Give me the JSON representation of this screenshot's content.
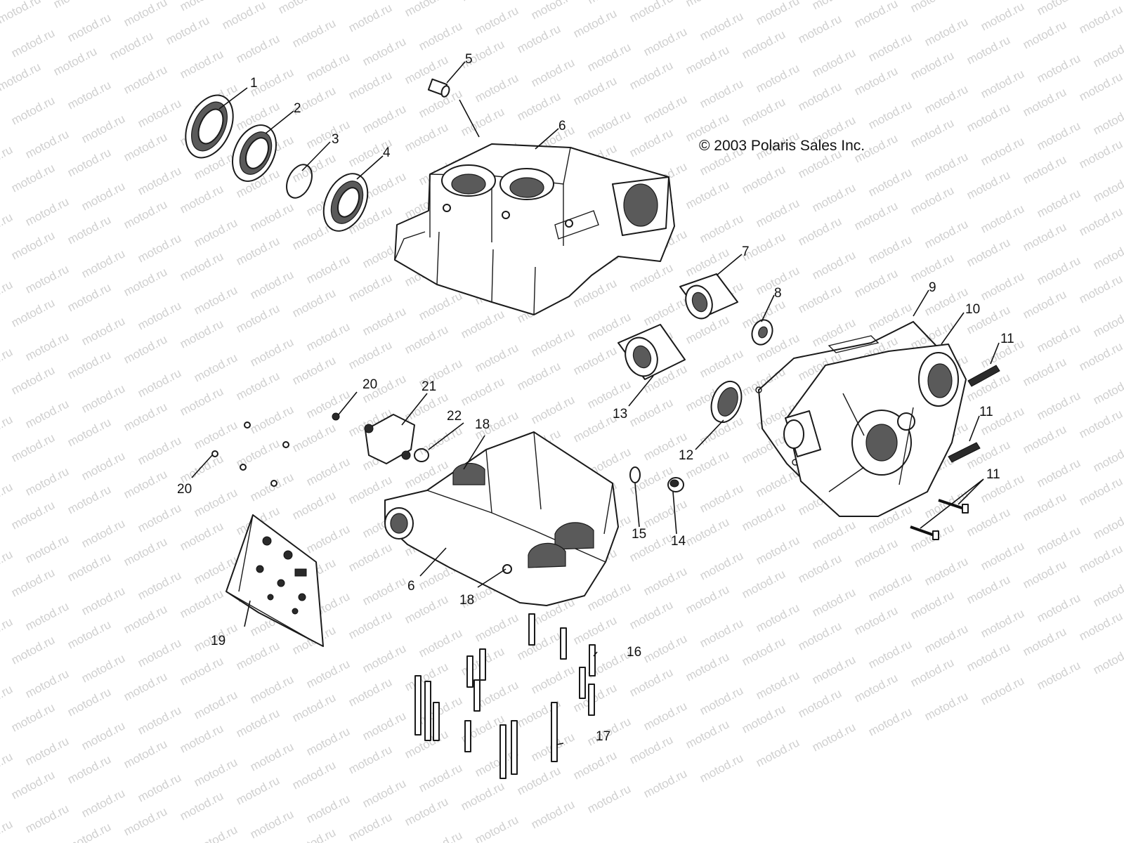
{
  "copyright": "© 2003 Polaris Sales Inc.",
  "watermark": "motod.ru",
  "callouts": [
    {
      "id": "c1",
      "label": "1"
    },
    {
      "id": "c2",
      "label": "2"
    },
    {
      "id": "c3",
      "label": "3"
    },
    {
      "id": "c4",
      "label": "4"
    },
    {
      "id": "c5",
      "label": "5"
    },
    {
      "id": "c6a",
      "label": "6"
    },
    {
      "id": "c6b",
      "label": "6"
    },
    {
      "id": "c7",
      "label": "7"
    },
    {
      "id": "c8",
      "label": "8"
    },
    {
      "id": "c9",
      "label": "9"
    },
    {
      "id": "c10",
      "label": "10"
    },
    {
      "id": "c11a",
      "label": "11"
    },
    {
      "id": "c11b",
      "label": "11"
    },
    {
      "id": "c11c",
      "label": "11"
    },
    {
      "id": "c12",
      "label": "12"
    },
    {
      "id": "c13",
      "label": "13"
    },
    {
      "id": "c14",
      "label": "14"
    },
    {
      "id": "c15",
      "label": "15"
    },
    {
      "id": "c16",
      "label": "16"
    },
    {
      "id": "c17",
      "label": "17"
    },
    {
      "id": "c18a",
      "label": "18"
    },
    {
      "id": "c18b",
      "label": "18"
    },
    {
      "id": "c19",
      "label": "19"
    },
    {
      "id": "c20a",
      "label": "20"
    },
    {
      "id": "c20b",
      "label": "20"
    },
    {
      "id": "c21",
      "label": "21"
    },
    {
      "id": "c22",
      "label": "22"
    }
  ]
}
